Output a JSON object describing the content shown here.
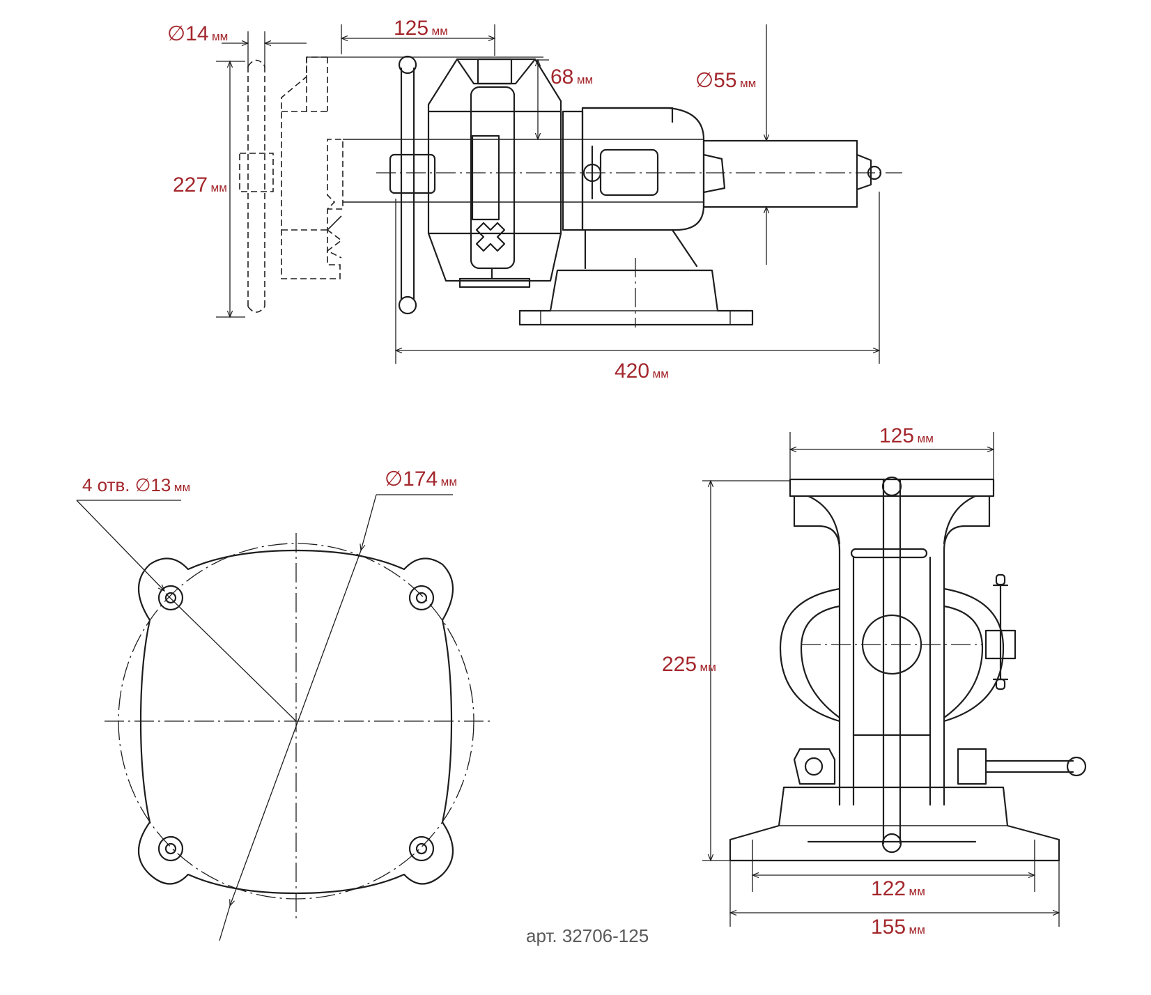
{
  "colors": {
    "label": "#a3272c",
    "line": "#1e1e1e",
    "article": "#5a5a5a"
  },
  "unit": "мм",
  "side_view": {
    "dims": {
      "rod_diameter": "∅14",
      "jaw_width": "125",
      "jaw_depth": "68",
      "anvil_diameter": "∅55",
      "handle_length": "227",
      "total_length": "420"
    }
  },
  "base_view": {
    "dims": {
      "holes": "4 отв. ∅13",
      "bolt_circle": "∅174"
    }
  },
  "front_view": {
    "dims": {
      "jaw_width": "125",
      "height": "225",
      "hole_spacing": "122",
      "base_width": "155"
    }
  },
  "article": "арт. 32706-125"
}
